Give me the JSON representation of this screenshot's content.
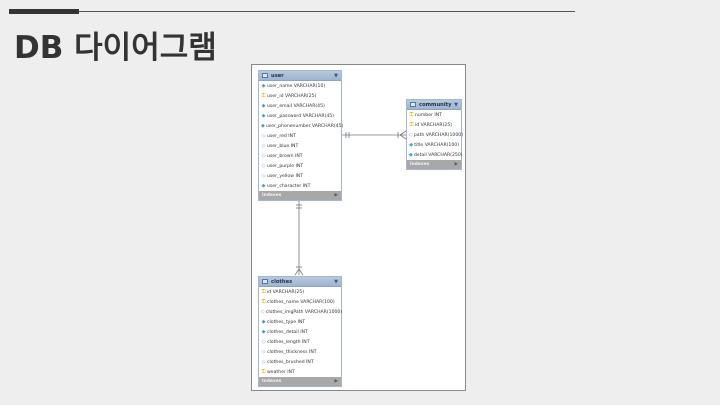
{
  "slide": {
    "title": "DB 다이어그램"
  },
  "tables": {
    "user": {
      "name": "user",
      "footer": "Indexes",
      "columns": [
        {
          "text": "user_name VARCHAR(10)",
          "icon": "diamond"
        },
        {
          "text": "user_id VARCHAR(25)",
          "icon": "key"
        },
        {
          "text": "user_email VARCHAR(45)",
          "icon": "diamond"
        },
        {
          "text": "user_password VARCHAR(45)",
          "icon": "diamond"
        },
        {
          "text": "user_phonenumber VARCHAR(45)",
          "icon": "diamond"
        },
        {
          "text": "user_red INT",
          "icon": "diamond-empty"
        },
        {
          "text": "user_blue INT",
          "icon": "diamond-empty"
        },
        {
          "text": "user_brown INT",
          "icon": "diamond-empty"
        },
        {
          "text": "user_purple INT",
          "icon": "diamond-empty"
        },
        {
          "text": "user_yellow INT",
          "icon": "diamond-empty"
        },
        {
          "text": "user_character INT",
          "icon": "diamond"
        }
      ]
    },
    "community": {
      "name": "community",
      "footer": "Indexes",
      "columns": [
        {
          "text": "number INT",
          "icon": "key"
        },
        {
          "text": "id VARCHAR(25)",
          "icon": "key"
        },
        {
          "text": "path VARCHAR(1000)",
          "icon": "diamond-empty"
        },
        {
          "text": "title VARCHAR(100)",
          "icon": "diamond"
        },
        {
          "text": "detail VARCHAR(250)",
          "icon": "diamond"
        }
      ]
    },
    "clothes": {
      "name": "clothes",
      "footer": "Indexes",
      "columns": [
        {
          "text": "id VARCHAR(25)",
          "icon": "key"
        },
        {
          "text": "clothes_name VARCHAR(100)",
          "icon": "key"
        },
        {
          "text": "clothes_imgPath VARCHAR(1000)",
          "icon": "diamond-empty"
        },
        {
          "text": "clothes_type INT",
          "icon": "diamond"
        },
        {
          "text": "clothes_detail INT",
          "icon": "diamond"
        },
        {
          "text": "clothes_length INT",
          "icon": "diamond-empty"
        },
        {
          "text": "clothes_thickness INT",
          "icon": "diamond-empty"
        },
        {
          "text": "clothes_brushed INT",
          "icon": "diamond-empty"
        },
        {
          "text": "weather INT",
          "icon": "key"
        }
      ]
    }
  }
}
